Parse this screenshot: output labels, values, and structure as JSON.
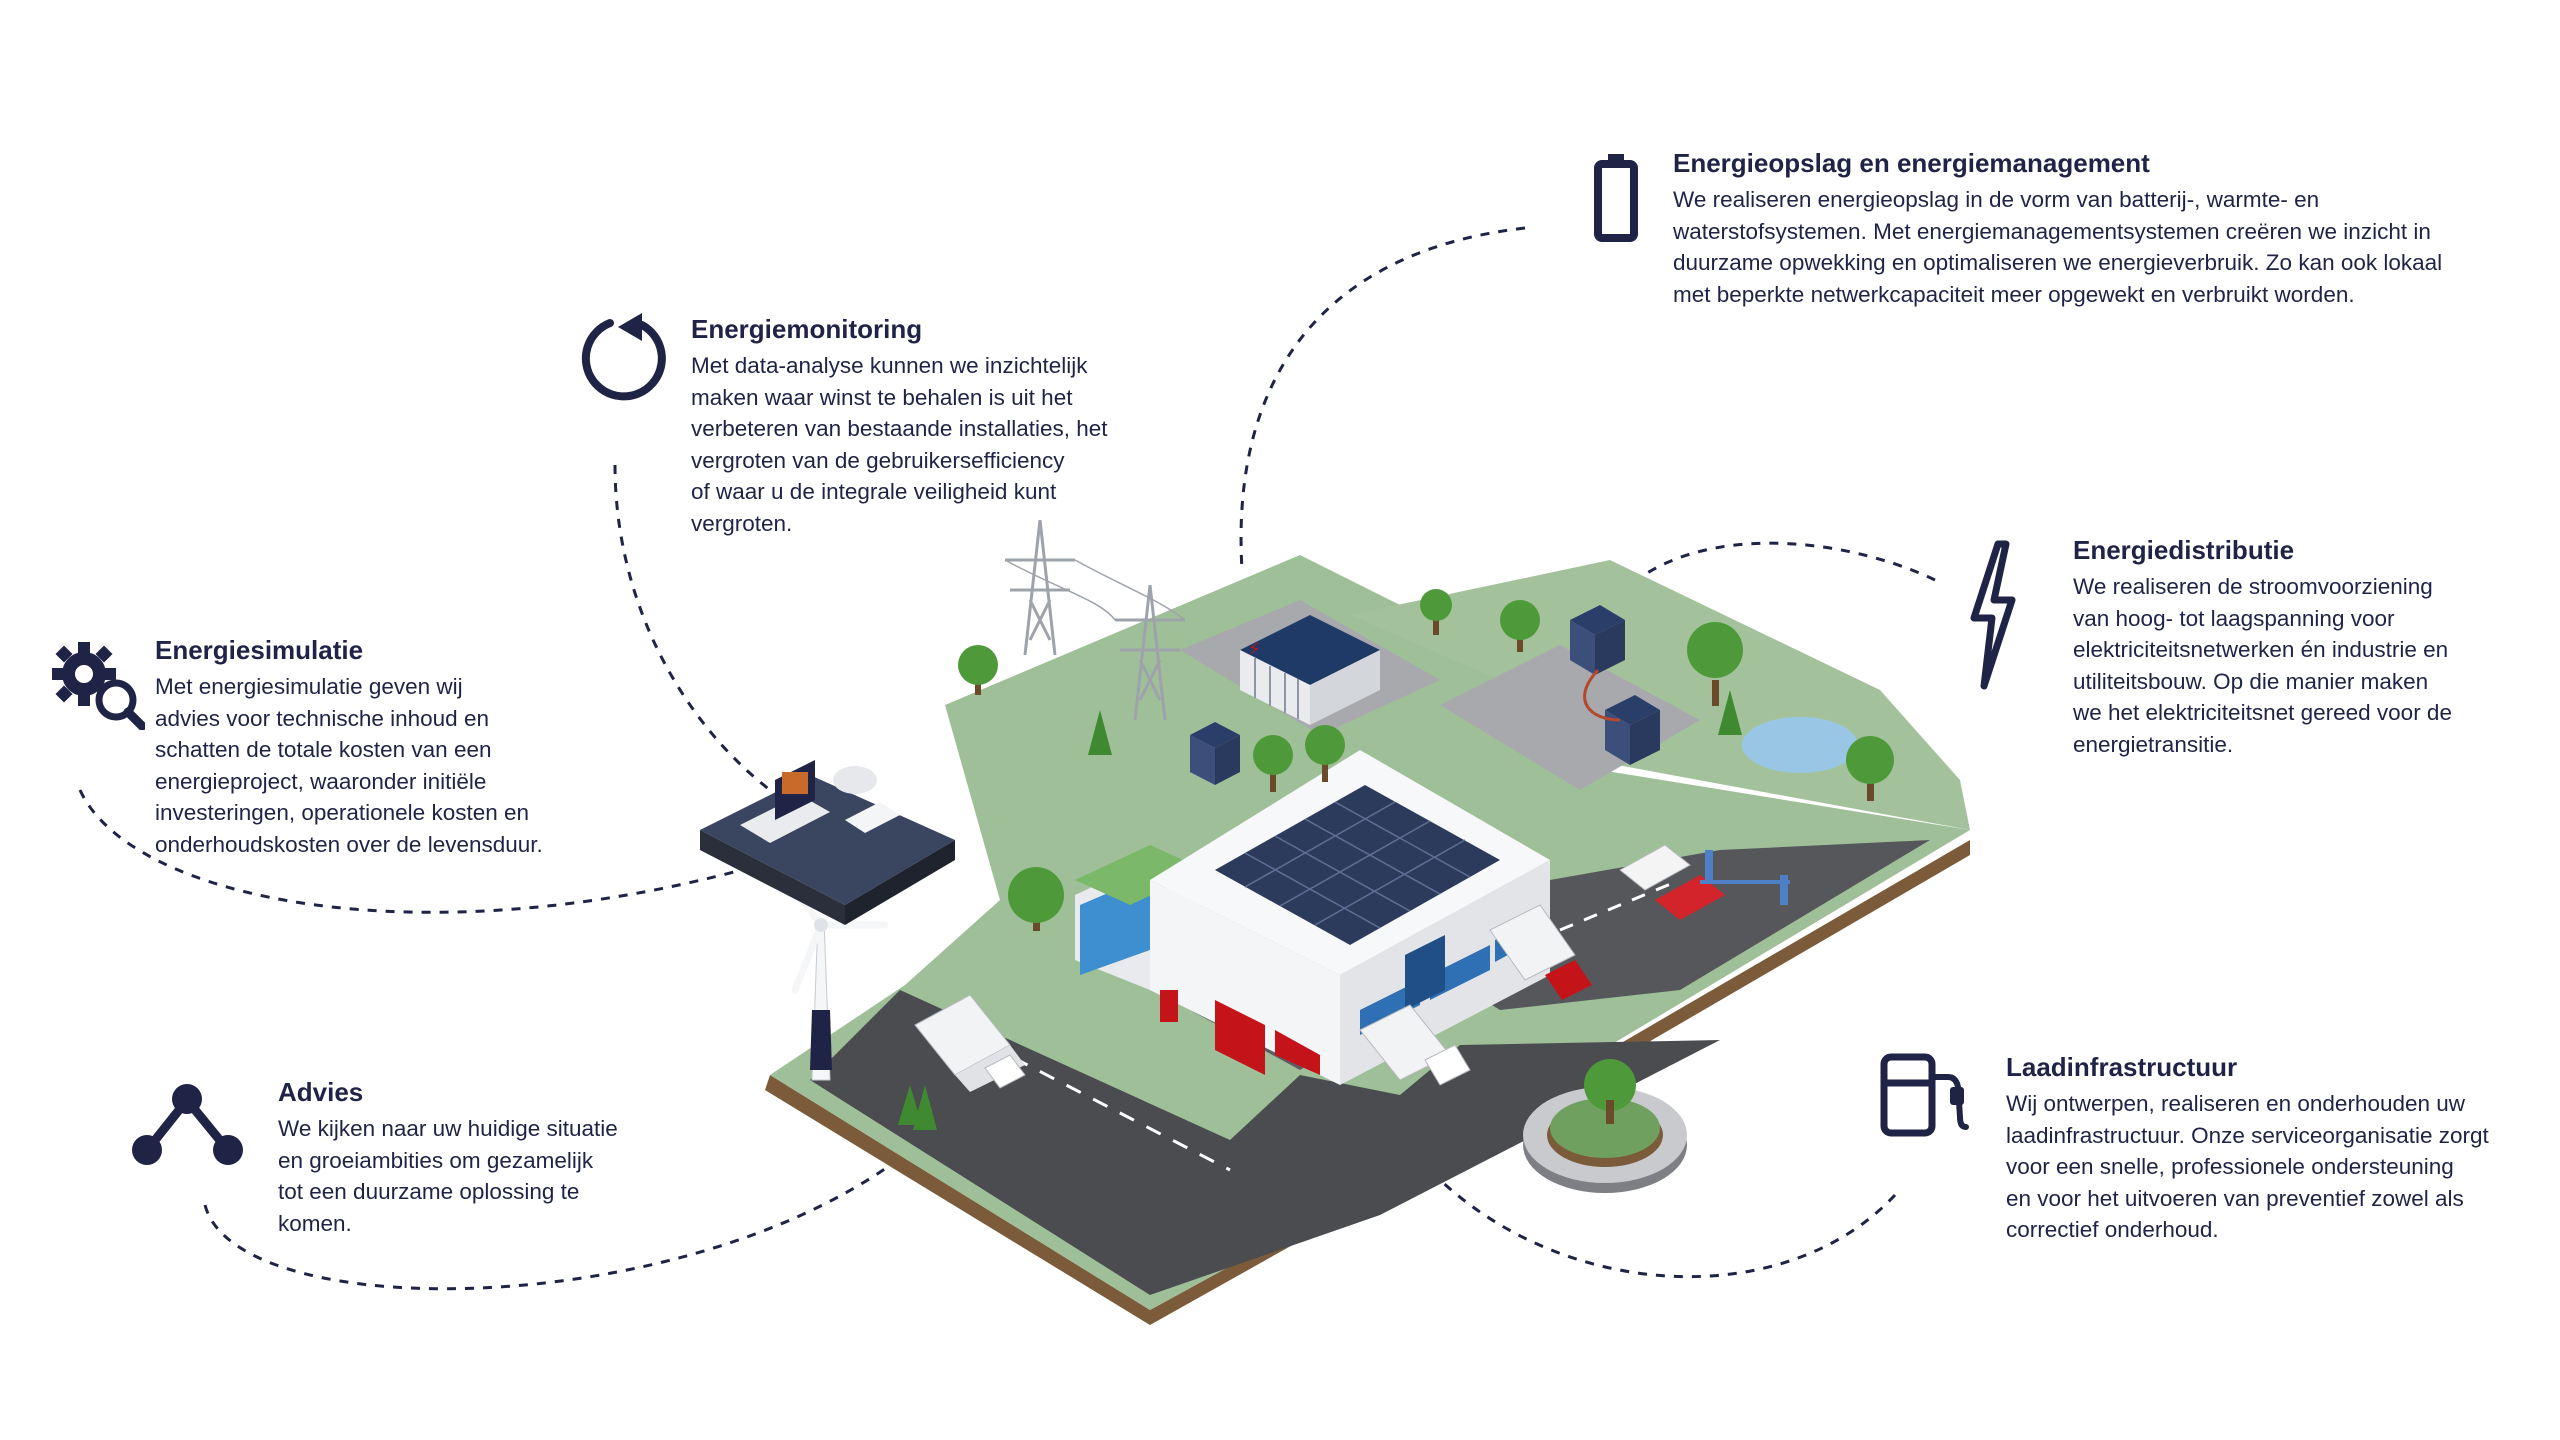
{
  "sections": [
    {
      "id": "energieopslag",
      "title": "Energieopslag en energiemanagement",
      "lines": [
        "We realiseren energieopslag in de vorm van batterij-, warmte- en",
        "waterstofsystemen. Met energiemanagementsystemen creëren we inzicht in",
        "duurzame opwekking en optimaliseren we energieverbruik. Zo kan ook lokaal",
        "met beperkte netwerkcapaciteit meer opgewekt en verbruikt worden."
      ],
      "icon": "battery-icon"
    },
    {
      "id": "energiemonitoring",
      "title": "Energiemonitoring",
      "lines": [
        "Met data-analyse kunnen we inzichtelijk",
        "maken waar winst te behalen is uit het",
        "verbeteren van bestaande installaties, het",
        "vergroten van de gebruikersefficiency",
        "of waar u de integrale veiligheid kunt",
        "vergroten."
      ],
      "icon": "refresh-icon"
    },
    {
      "id": "energiesimulatie",
      "title": "Energiesimulatie",
      "lines": [
        "Met energiesimulatie geven wij",
        "advies voor technische inhoud en",
        "schatten de totale kosten van een",
        "energieproject, waaronder initiële",
        "investeringen, operationele kosten en",
        "onderhoudskosten over de levensduur."
      ],
      "icon": "gear-search-icon"
    },
    {
      "id": "energiedistributie",
      "title": "Energiedistributie",
      "lines": [
        "We realiseren de stroomvoorziening",
        "van hoog- tot laagspanning voor",
        "elektriciteitsnetwerken én industrie en",
        "utiliteitsbouw. Op die manier maken",
        "we het elektriciteitsnet gereed voor de",
        "energietransitie."
      ],
      "icon": "lightning-icon"
    },
    {
      "id": "advies",
      "title": "Advies",
      "lines": [
        "We kijken naar uw huidige situatie",
        "en groeiambities om gezamelijk",
        "tot een duurzame oplossing te",
        "komen."
      ],
      "icon": "network-icon"
    },
    {
      "id": "laadinfrastructuur",
      "title": "Laadinfrastructuur",
      "lines": [
        "Wij ontwerpen, realiseren en onderhouden uw",
        "laadinfrastructuur. Onze serviceorganisatie zorgt",
        "voor een snelle, professionele ondersteuning",
        "en voor het uitvoeren van preventief zowel als",
        "correctief onderhoud."
      ],
      "icon": "fuel-pump-icon"
    }
  ],
  "colors": {
    "text": "#1f2346",
    "icon": "#1f2346",
    "grass": "#9fbf98",
    "road": "#4a4c50",
    "building": "#f2f3f5",
    "solar": "#2c3a5c",
    "accent_red": "#c4141a"
  }
}
